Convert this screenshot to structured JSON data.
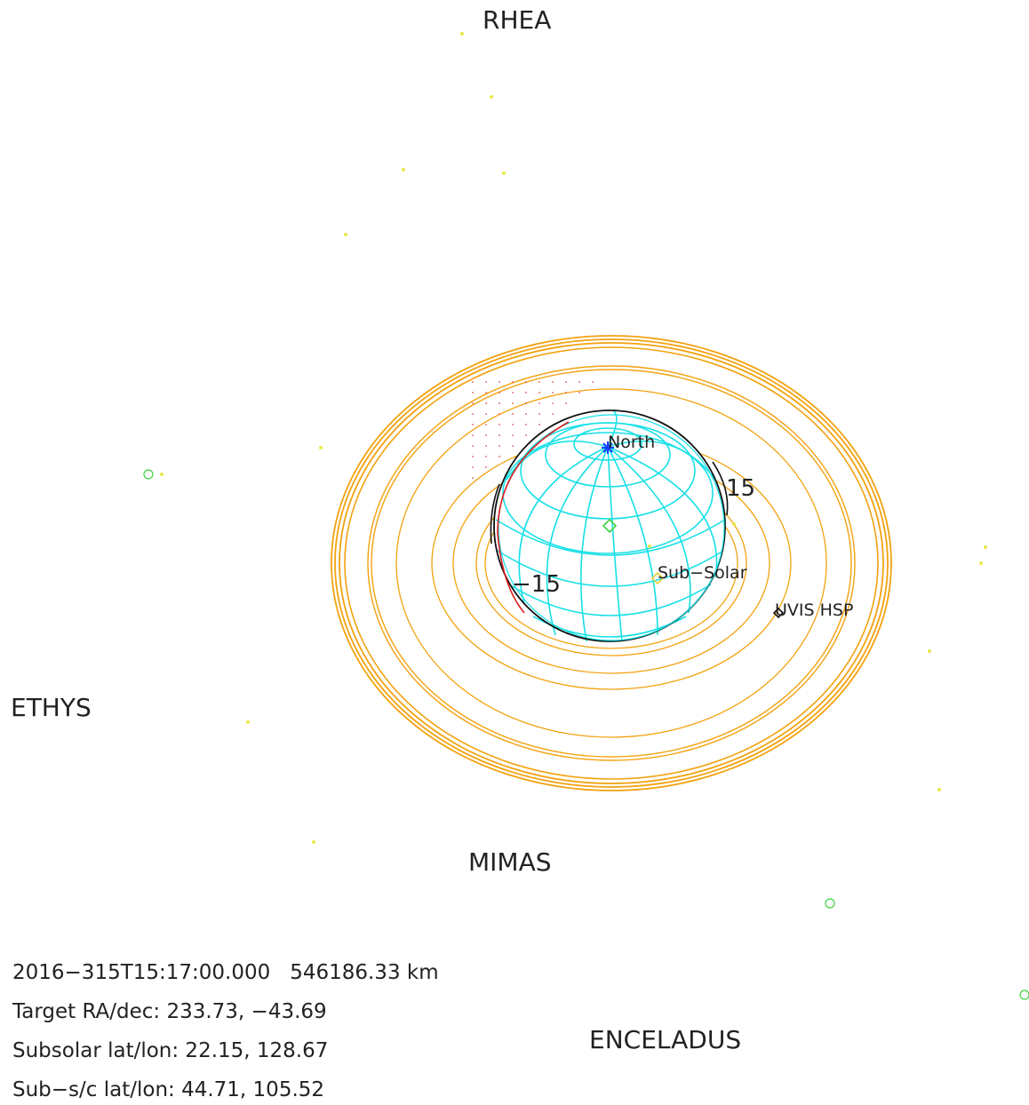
{
  "moons": {
    "rhea": "RHEA",
    "tethys": "ETHYS",
    "mimas": "MIMAS",
    "enceladus": "ENCELADUS"
  },
  "planet_labels": {
    "north": "North",
    "sub_solar": "Sub−Solar",
    "instrument": "UVIS HSP",
    "lat_pos": "15",
    "lat_neg": "−15"
  },
  "info": {
    "line1": "2016−315T15:17:00.000   546186.33 km",
    "line2": "Target RA/dec: 233.73, −43.69",
    "line3": "Subsolar lat/lon: 22.15, 128.67",
    "line4": "Sub−s/c lat/lon: 44.71, 105.52"
  },
  "colors": {
    "ring": "#f2a20f",
    "grid": "#16e0e6",
    "limb": "#111111",
    "terminator": "#e01d1d",
    "star": "#e8e84a",
    "marker_green": "#3fd23f",
    "pole": "#1a3cff"
  }
}
